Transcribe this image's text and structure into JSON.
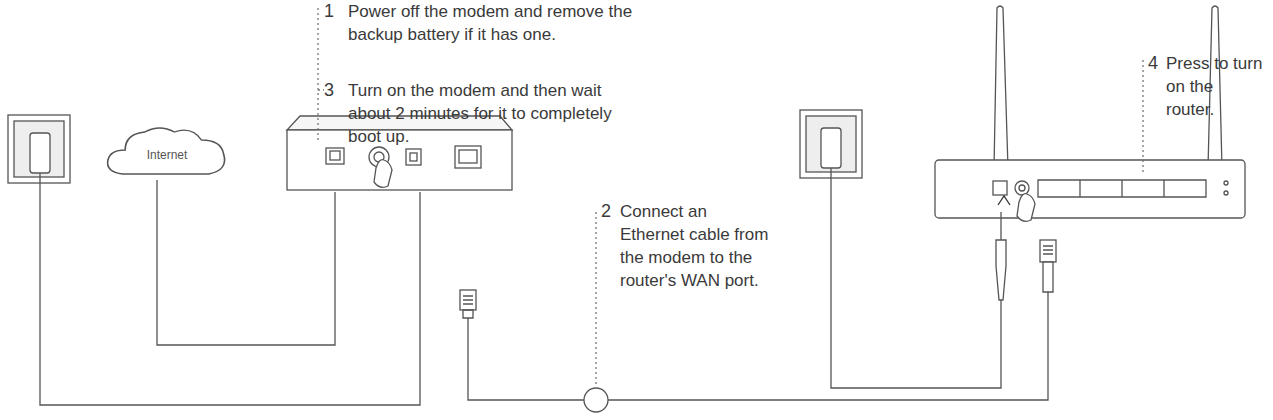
{
  "diagram": {
    "nodes": [
      {
        "text": [
          "Internet"
        ]
      }
    ],
    "labels": [
      "1",
      "Power off the modem and remove the backup battery if it has one.",
      "3",
      "Turn on the modem and then wait about 2 minutes for it to completely boot up.",
      "2",
      "Connect an Ethernet cable from the modem to the router's WAN port.",
      "4",
      "Press to turn on the router."
    ]
  }
}
